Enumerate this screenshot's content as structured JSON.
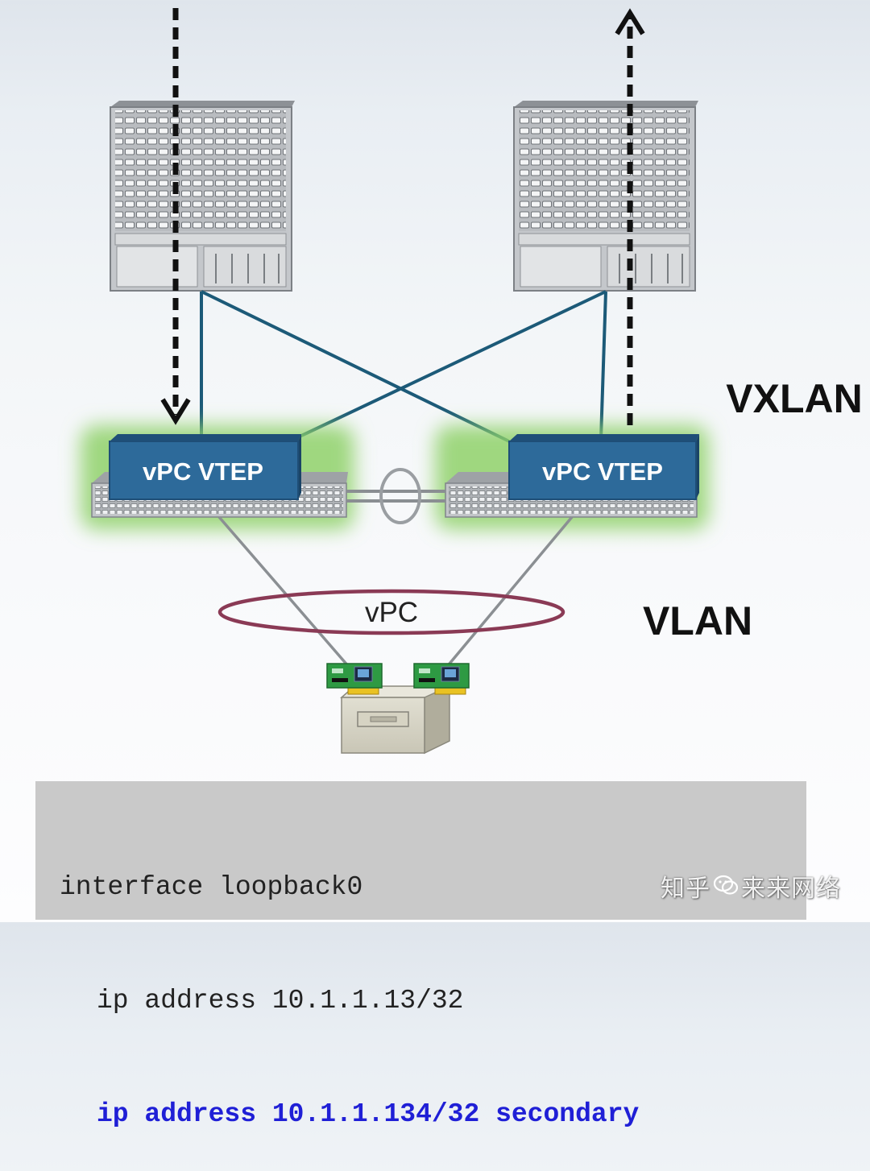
{
  "diagram": {
    "top_label": "VXLAN",
    "bottom_label": "VLAN",
    "vtep_left_label": "vPC VTEP",
    "vtep_right_label": "vPC VTEP",
    "vpc_label": "vPC",
    "colors": {
      "link": "#1c5a78",
      "vtep_fill": "#2d6a9a",
      "vtep_glow": "#8fd16a",
      "vpc_ring": "#8a3a55",
      "arrow": "#111111"
    },
    "icons": [
      "spine-switch",
      "leaf-switch",
      "server",
      "network-card",
      "flow-arrow"
    ]
  },
  "config": {
    "line1": "interface loopback0",
    "line2": "ip address 10.1.1.13/32",
    "line3": "ip address 10.1.1.134/32 secondary"
  },
  "watermark": {
    "left_text": "知乎",
    "right_text": "来来网络"
  }
}
